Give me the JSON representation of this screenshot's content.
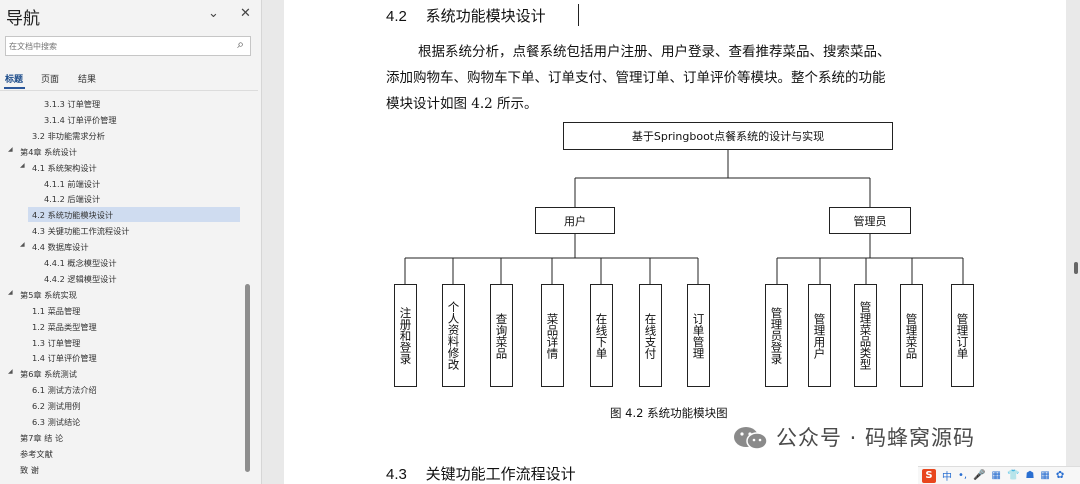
{
  "nav": {
    "title": "导航",
    "dropdown_glyph": "⌄",
    "close_glyph": "✕",
    "search_placeholder": "在文档中搜索",
    "search_glyph": "⌕",
    "tabs": [
      {
        "label": "标题",
        "active": true
      },
      {
        "label": "页面",
        "active": false
      },
      {
        "label": "结果",
        "active": false
      }
    ],
    "toc": [
      {
        "label": "3.1.3  订单管理",
        "level": 3,
        "arrow": ""
      },
      {
        "label": "3.1.4  订单评价管理",
        "level": 3,
        "arrow": ""
      },
      {
        "label": "3.2  非功能需求分析",
        "level": 2,
        "arrow": ""
      },
      {
        "label": "第4章 系统设计",
        "level": 1,
        "arrow": "◢"
      },
      {
        "label": "4.1  系统架构设计",
        "level": 2,
        "arrow": "◢"
      },
      {
        "label": "4.1.1  前端设计",
        "level": 3,
        "arrow": ""
      },
      {
        "label": "4.1.2  后端设计",
        "level": 3,
        "arrow": ""
      },
      {
        "label": "4.2  系统功能模块设计",
        "level": 2,
        "arrow": "",
        "selected": true
      },
      {
        "label": "4.3  关键功能工作流程设计",
        "level": 2,
        "arrow": ""
      },
      {
        "label": "4.4  数据库设计",
        "level": 2,
        "arrow": "◢"
      },
      {
        "label": "4.4.1  概念模型设计",
        "level": 3,
        "arrow": ""
      },
      {
        "label": "4.4.2  逻辑模型设计",
        "level": 3,
        "arrow": ""
      },
      {
        "label": "第5章 系统实现",
        "level": 1,
        "arrow": "◢"
      },
      {
        "label": "1.1  菜品管理",
        "level": 2,
        "arrow": ""
      },
      {
        "label": "1.2  菜品类型管理",
        "level": 2,
        "arrow": ""
      },
      {
        "label": "1.3  订单管理",
        "level": 2,
        "arrow": ""
      },
      {
        "label": "1.4  订单评价管理",
        "level": 2,
        "arrow": ""
      },
      {
        "label": "第6章 系统测试",
        "level": 1,
        "arrow": "◢"
      },
      {
        "label": "6.1  测试方法介绍",
        "level": 2,
        "arrow": ""
      },
      {
        "label": "6.2  测试用例",
        "level": 2,
        "arrow": ""
      },
      {
        "label": "6.3  测试结论",
        "level": 2,
        "arrow": ""
      },
      {
        "label": "第7章  结    论",
        "level": 1,
        "arrow": ""
      },
      {
        "label": "参考文献",
        "level": 1,
        "arrow": ""
      },
      {
        "label": "致    谢",
        "level": 1,
        "arrow": ""
      }
    ]
  },
  "doc": {
    "section_42": {
      "num": "4.2",
      "title": "系统功能模块设计"
    },
    "paragraph_lines": [
      "根据系统分析，点餐系统包括用户注册、用户登录、查看推荐菜品、搜索菜品、",
      "添加购物车、购物车下单、订单支付、管理订单、订单评价等模块。整个系统的功能",
      "模块设计如图 4.2 所示。"
    ],
    "diagram": {
      "root": "基于Springboot点餐系统的设计与实现",
      "user": {
        "label": "用户",
        "children": [
          "注册和登录",
          "个人资料修改",
          "查询菜品",
          "菜品详情",
          "在线下单",
          "在线支付",
          "订单管理"
        ]
      },
      "admin": {
        "label": "管理员",
        "children": [
          "管理员登录",
          "管理用户",
          "管理菜品类型",
          "管理菜品",
          "管理订单"
        ]
      }
    },
    "figure_caption": "图 4.2  系统功能模块图",
    "section_43": {
      "num": "4.3",
      "title": "关键功能工作流程设计"
    }
  },
  "watermark": "公众号 · 码蜂窝源码",
  "ime": {
    "logo": "S",
    "items": [
      "中",
      "•,",
      "🎤",
      "▦",
      "👕",
      "☗",
      "▦",
      "✿"
    ]
  }
}
